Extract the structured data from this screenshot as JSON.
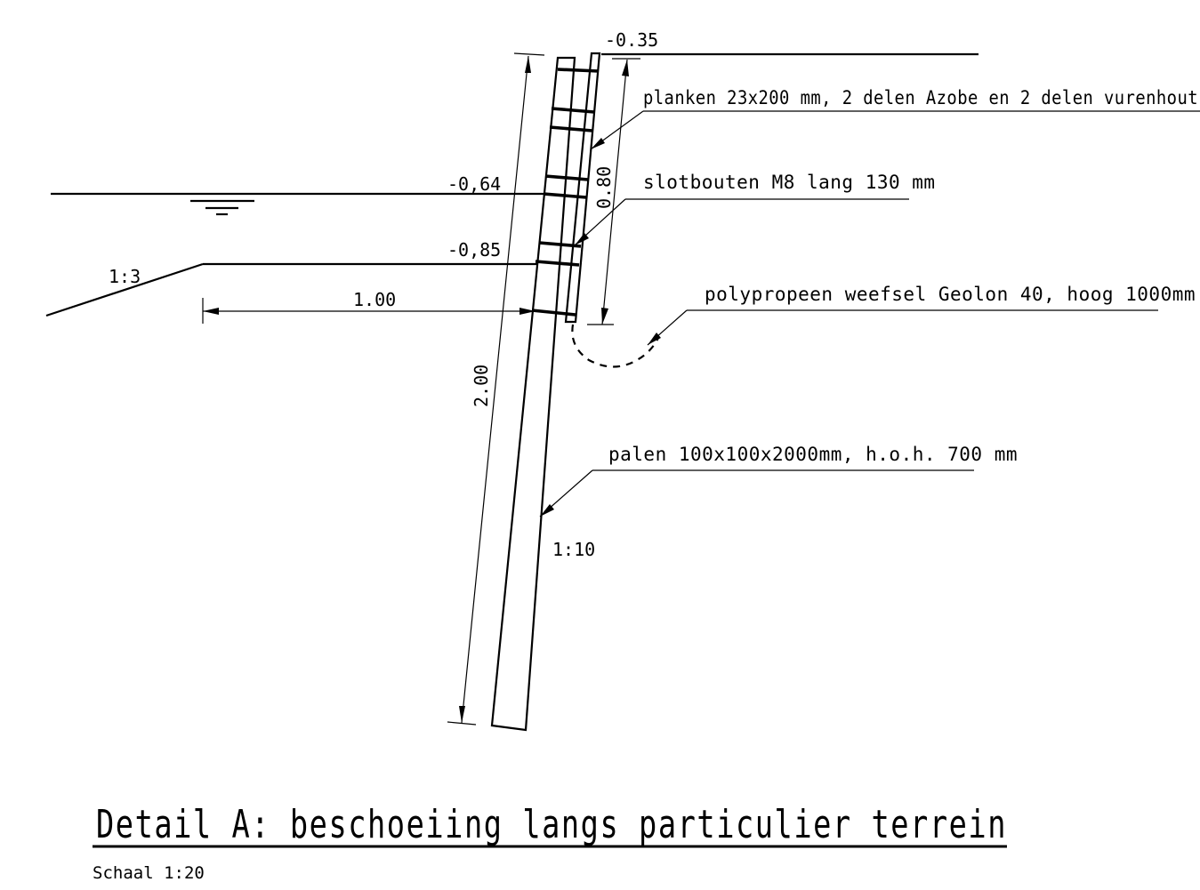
{
  "levels": {
    "top": "-0.35",
    "water": "-0,64",
    "bed": "-0,85"
  },
  "dimensions": {
    "board_height": "0.80",
    "pile_length": "2.00",
    "bank_width": "1.00",
    "slope_bank": "1:3",
    "slope_pile": "1:10"
  },
  "labels": {
    "planks": "planken 23x200 mm, 2 delen Azobe en 2 delen vurenhout",
    "bolts": "slotbouten M8 lang 130 mm",
    "fabric": "polypropeen weefsel Geolon 40, hoog 1000mm",
    "piles": "palen 100x100x2000mm, h.o.h. 700 mm"
  },
  "title": "Detail A: beschoeiing langs particulier terrein",
  "scale": "Schaal 1:20"
}
